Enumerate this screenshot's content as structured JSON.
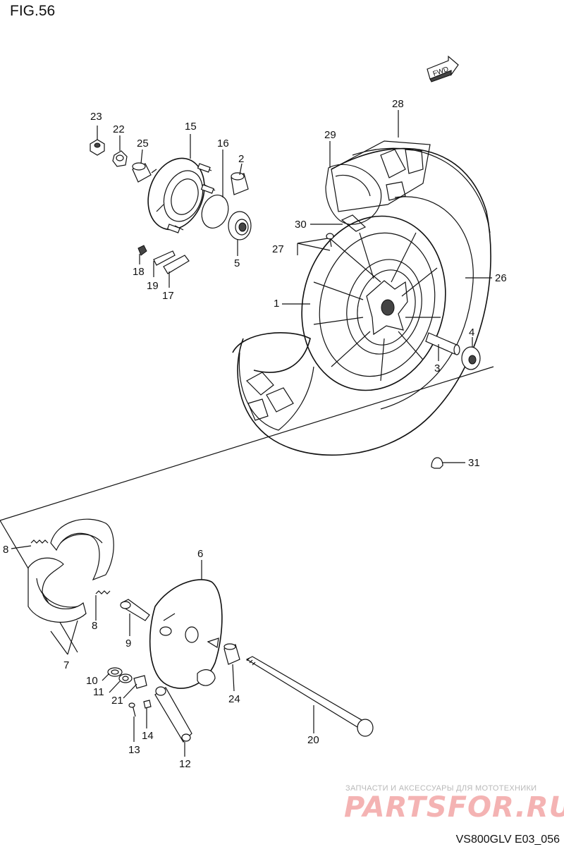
{
  "figure": {
    "title": "FIG.56",
    "drawing_code": "VS800GLV E03_056"
  },
  "fwd_label": "FWD",
  "watermark": {
    "top": "ЗАПЧАСТИ И АКСЕССУАРЫ ДЛЯ МОТОТЕХНИКИ",
    "main": "PARTSFOR.RU"
  },
  "callouts": [
    "23",
    "22",
    "25",
    "15",
    "16",
    "2",
    "28",
    "29",
    "30",
    "27",
    "18",
    "19",
    "17",
    "5",
    "1",
    "26",
    "4",
    "3",
    "31",
    "8",
    "6",
    "8",
    "9",
    "7",
    "10",
    "11",
    "21",
    "14",
    "13",
    "12",
    "24",
    "20"
  ],
  "colors": {
    "line": "#111111",
    "watermark_text": "#f4b3b3",
    "watermark_sub": "#b9b9b9"
  }
}
